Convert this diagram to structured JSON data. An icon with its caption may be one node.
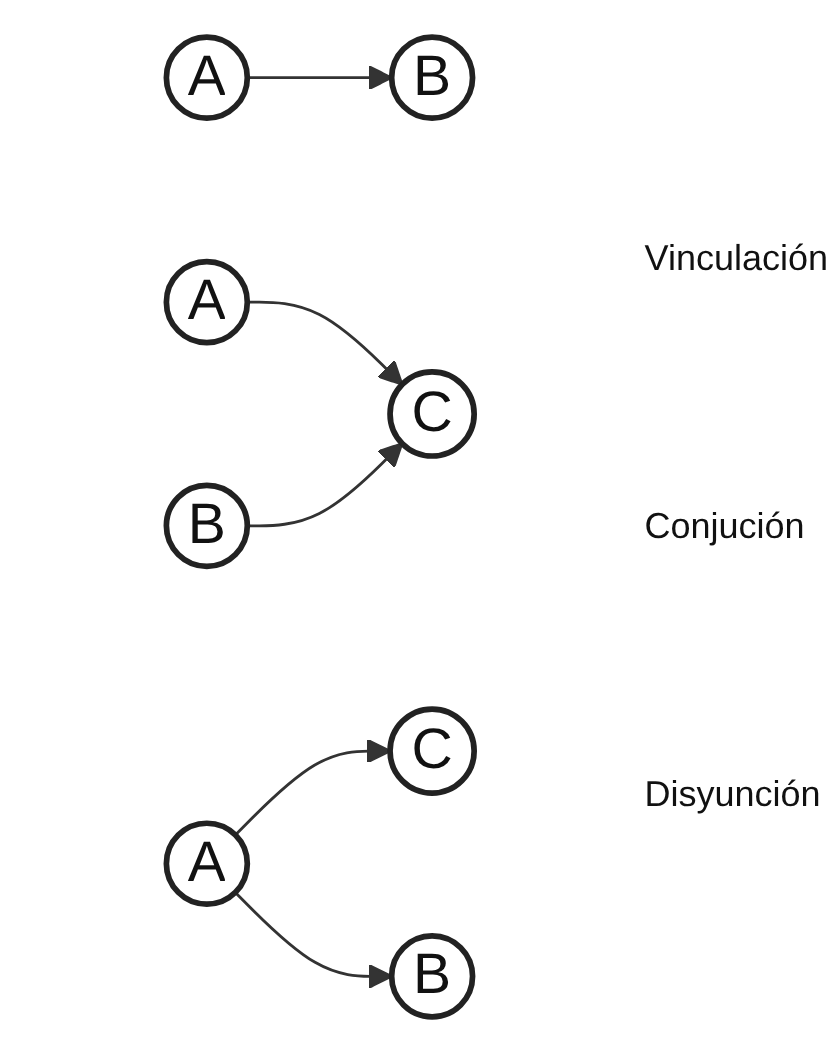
{
  "diagram": {
    "nodes": [
      {
        "text": [
          "A"
        ]
      },
      {
        "text": [
          "B"
        ]
      },
      {
        "text": [
          "A"
        ]
      },
      {
        "text": [
          "B"
        ]
      },
      {
        "text": [
          "C"
        ]
      },
      {
        "text": [
          "A"
        ]
      },
      {
        "text": [
          "C"
        ]
      },
      {
        "text": [
          "B"
        ]
      }
    ],
    "edges": [
      {
        "from": 0,
        "to": 1,
        "arrow": "to"
      },
      {
        "from": 2,
        "to": 4,
        "arrow": "to"
      },
      {
        "from": 3,
        "to": 4,
        "arrow": "to"
      },
      {
        "from": 5,
        "to": 6,
        "arrow": "to"
      },
      {
        "from": 5,
        "to": 7,
        "arrow": "to"
      }
    ],
    "labels": [
      "Vinculación",
      "Conjución",
      "Disyunción"
    ]
  }
}
